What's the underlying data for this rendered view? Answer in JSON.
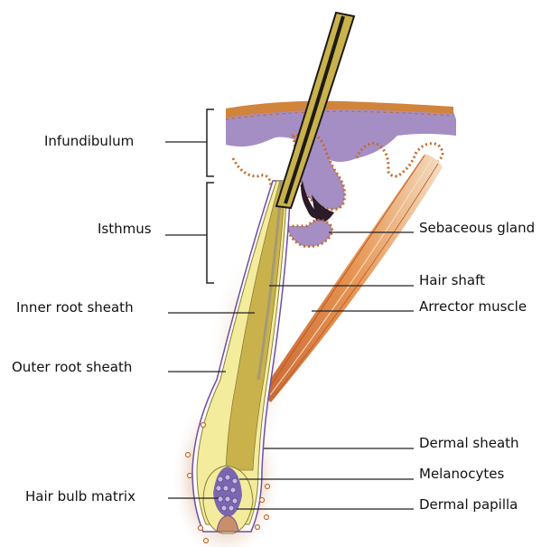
{
  "labels": {
    "infundibulum": "Infundibulum",
    "isthmus": "Isthmus",
    "inner_root_sheath": "Inner root sheath",
    "outer_root_sheath": "Outer root sheath",
    "hair_bulb_matrix": "Hair bulb matrix",
    "sebaceous_gland": "Sebaceous gland",
    "hair_shaft": "Hair shaft",
    "arrector_muscle": "Arrector muscle",
    "dermal_sheath": "Dermal sheath",
    "melanocytes": "Melanocytes",
    "dermal_papilla": "Dermal papilla"
  },
  "colors": {
    "epidermis_top": "#d0843c",
    "epidermis_purple": "#a58ec4",
    "gland_dark": "#2b1a28",
    "cell_dot": "#c56a2a",
    "hair_shaft": "#c9b24c",
    "hair_core": "#1d1a14",
    "muscle": "#d6783a",
    "muscle_light": "#f0d9b8",
    "dermis_glow": "#c98f6a",
    "inner_sheath": "#f3ec9c",
    "papilla": "#7b66b0"
  }
}
